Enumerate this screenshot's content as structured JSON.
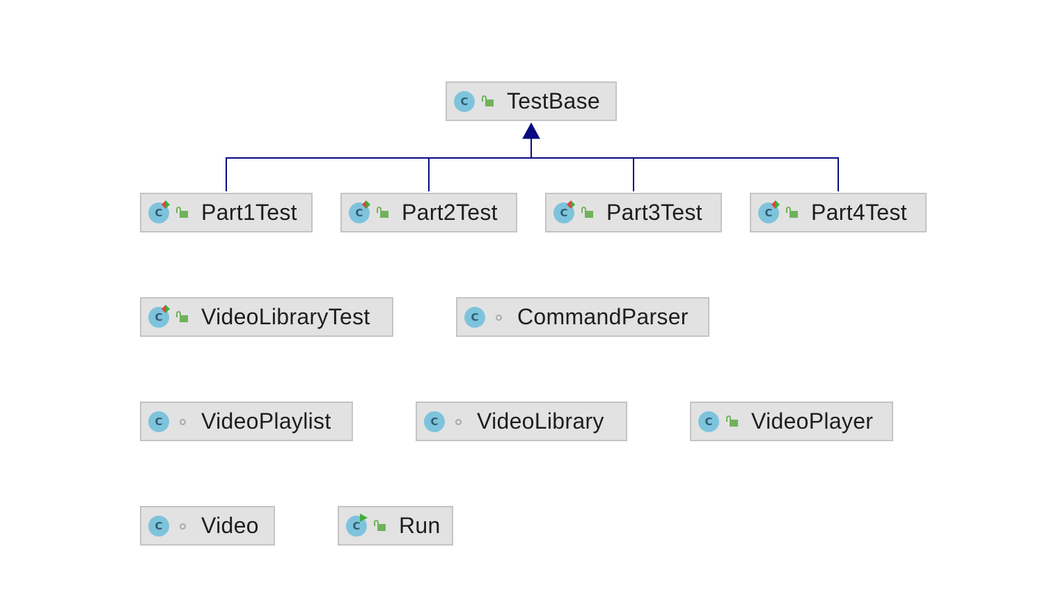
{
  "diagram": {
    "nodes": {
      "testbase": {
        "label": "TestBase",
        "kind": "class",
        "visibility": "public",
        "marker": "none"
      },
      "part1test": {
        "label": "Part1Test",
        "kind": "class",
        "visibility": "public",
        "marker": "test"
      },
      "part2test": {
        "label": "Part2Test",
        "kind": "class",
        "visibility": "public",
        "marker": "test"
      },
      "part3test": {
        "label": "Part3Test",
        "kind": "class",
        "visibility": "public",
        "marker": "test"
      },
      "part4test": {
        "label": "Part4Test",
        "kind": "class",
        "visibility": "public",
        "marker": "test"
      },
      "videolibrarytest": {
        "label": "VideoLibraryTest",
        "kind": "class",
        "visibility": "public",
        "marker": "test"
      },
      "commandparser": {
        "label": "CommandParser",
        "kind": "class",
        "visibility": "package-private",
        "marker": "none"
      },
      "videoplaylist": {
        "label": "VideoPlaylist",
        "kind": "class",
        "visibility": "package-private",
        "marker": "none"
      },
      "videolibrary": {
        "label": "VideoLibrary",
        "kind": "class",
        "visibility": "package-private",
        "marker": "none"
      },
      "videoplayer": {
        "label": "VideoPlayer",
        "kind": "class",
        "visibility": "public",
        "marker": "none"
      },
      "video": {
        "label": "Video",
        "kind": "class",
        "visibility": "package-private",
        "marker": "none"
      },
      "run": {
        "label": "Run",
        "kind": "class",
        "visibility": "public",
        "marker": "runnable"
      }
    },
    "class_icon_letter": "C",
    "edges": [
      {
        "from": "Part1Test",
        "to": "TestBase",
        "type": "extends"
      },
      {
        "from": "Part2Test",
        "to": "TestBase",
        "type": "extends"
      },
      {
        "from": "Part3Test",
        "to": "TestBase",
        "type": "extends"
      },
      {
        "from": "Part4Test",
        "to": "TestBase",
        "type": "extends"
      }
    ],
    "colors": {
      "edge": "#0a0a80",
      "node_fill": "#e2e2e2",
      "node_border": "#c4c4c4",
      "class_icon": "#7ec3dc",
      "public_lock": "#6fb25a",
      "run_marker": "#3fae3a",
      "test_marker_red": "#e0443a"
    }
  }
}
